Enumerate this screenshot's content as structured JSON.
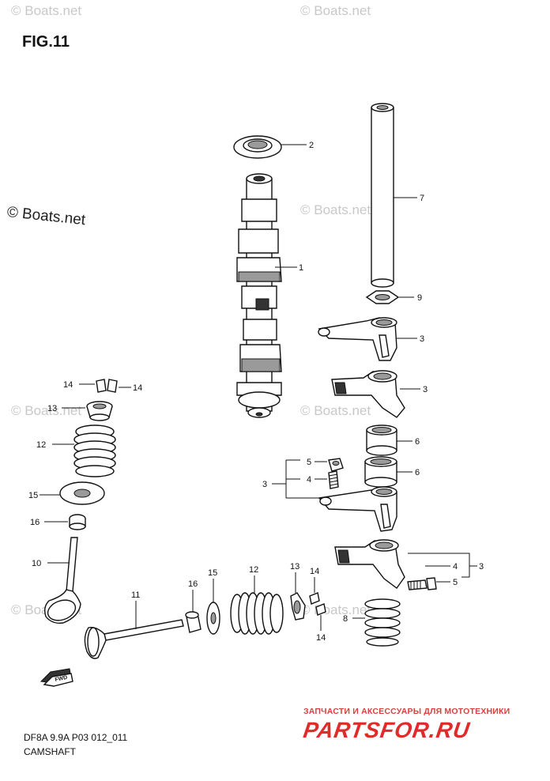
{
  "figure": {
    "title": "FIG.11",
    "code": "DF8A 9.9A P03 012_011",
    "caption": "CAMSHAFT"
  },
  "watermark": {
    "small_text": "© Boats.net",
    "large_text": "© Boats.net"
  },
  "supplier": {
    "tagline": "ЗАПЧАСТИ И АКСЕССУАРЫ ДЛЯ МОТОТЕХНИКИ",
    "logo_text": "PARTSFOR.RU",
    "logo_color": "#e02b2b"
  },
  "orientation_badge": "FWD",
  "callouts": {
    "c1": "1",
    "c2": "2",
    "c3a": "3",
    "c3b": "3",
    "c3c": "3",
    "c3d": "3",
    "c4a": "4",
    "c4b": "4",
    "c5a": "5",
    "c5b": "5",
    "c6a": "6",
    "c6b": "6",
    "c7": "7",
    "c8": "8",
    "c9": "9",
    "c10": "10",
    "c11": "11",
    "c12a": "12",
    "c12b": "12",
    "c13a": "13",
    "c13b": "13",
    "c14a": "14",
    "c14b": "14",
    "c14c": "14",
    "c14d": "14",
    "c15a": "15",
    "c15b": "15",
    "c16a": "16",
    "c16b": "16"
  }
}
